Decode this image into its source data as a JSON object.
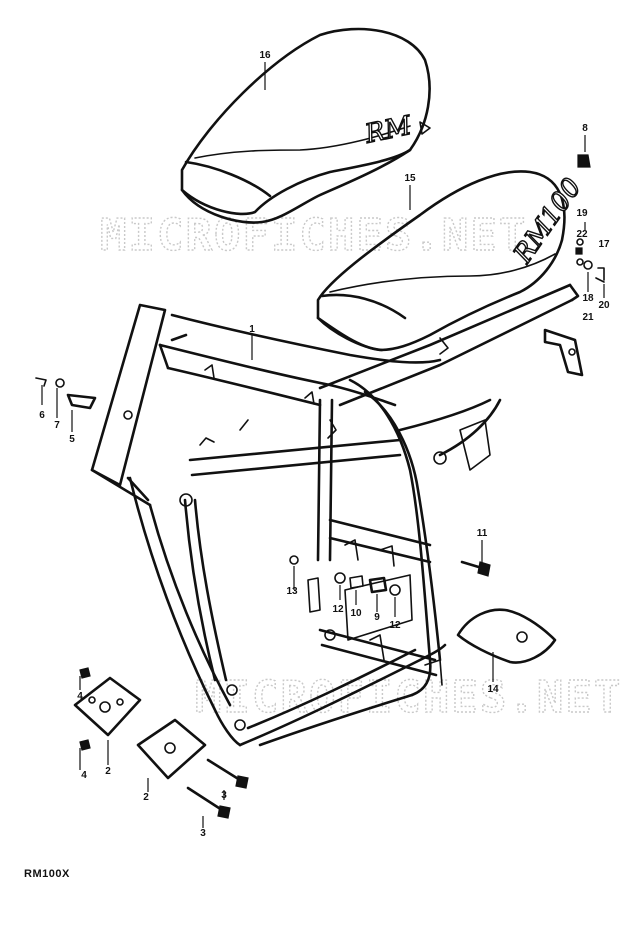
{
  "watermark": "MICROFICHES.NET",
  "model_label": "RM100X",
  "seat_16_emblem": "RM",
  "seat_15_emblem": "RM100",
  "callouts": {
    "c1": "1",
    "c2a": "2",
    "c2b": "2",
    "c3a": "3",
    "c3b": "3",
    "c4a": "4",
    "c4b": "4",
    "c5": "5",
    "c6": "6",
    "c7": "7",
    "c8": "8",
    "c9": "9",
    "c10": "10",
    "c11": "11",
    "c12a": "12",
    "c12b": "12",
    "c13": "13",
    "c14": "14",
    "c15": "15",
    "c16": "16",
    "c17": "17",
    "c18": "18",
    "c19": "19",
    "c20": "20",
    "c21": "21",
    "c22": "22"
  }
}
